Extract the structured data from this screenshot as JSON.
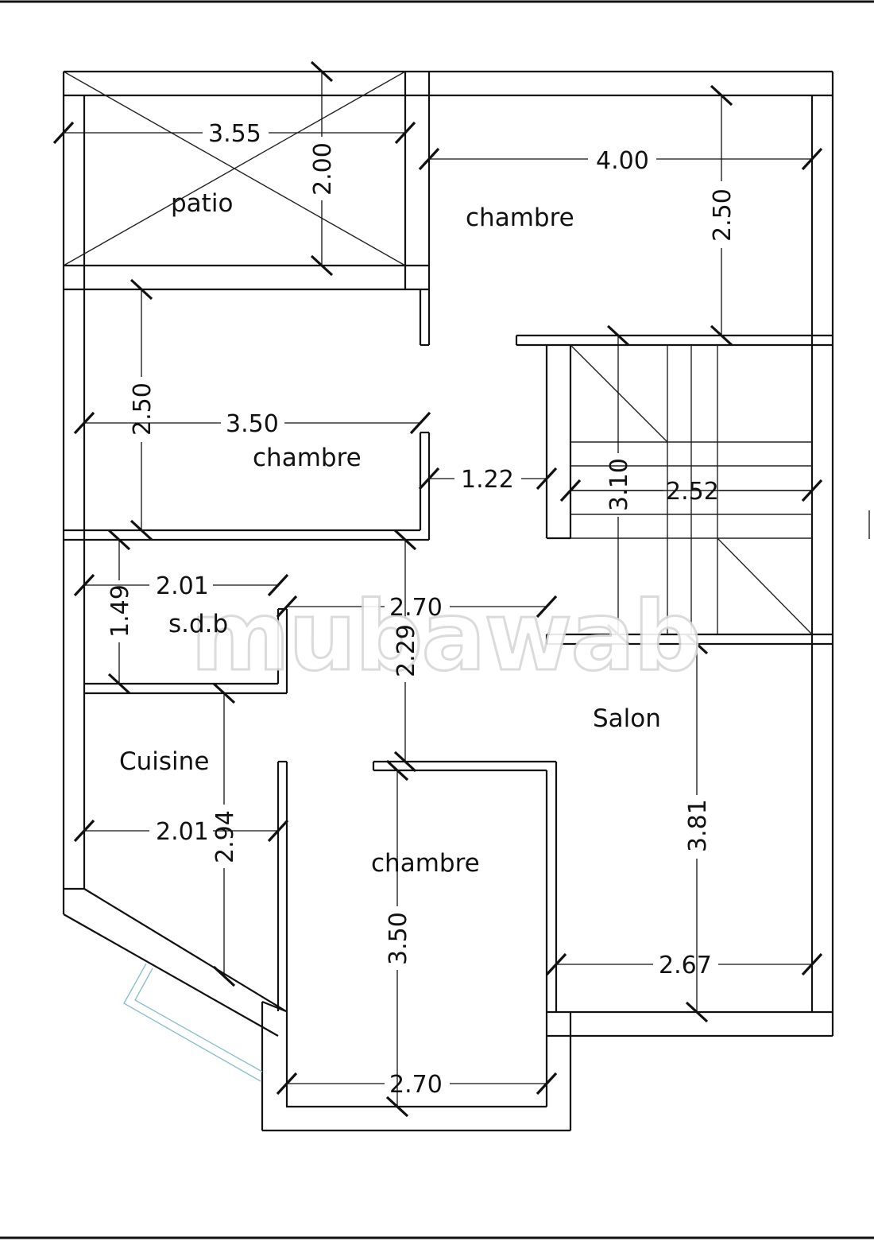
{
  "rooms": {
    "patio": "patio",
    "chambre_top": "chambre",
    "chambre_mid": "chambre",
    "sdb": "s.d.b",
    "cuisine": "Cuisine",
    "salon": "Salon",
    "chambre_bottom": "chambre"
  },
  "dimensions": {
    "patio_width": "3.55",
    "patio_depth": "2.00",
    "chambre_top_width": "4.00",
    "chambre_top_depth": "2.50",
    "chambre_mid_depth": "2.50",
    "chambre_mid_width": "3.50",
    "corridor_width": "1.22",
    "stair_depth": "3.10",
    "stair_width": "2.52",
    "sdb_width": "2.01",
    "sdb_depth": "1.49",
    "hall_width": "2.70",
    "hall_depth": "2.29",
    "salon_depth": "3.81",
    "cuisine_width": "2.01",
    "cuisine_depth": "2.94",
    "chambre_bottom_depth": "3.50",
    "salon_width": "2.67",
    "chambre_bottom_width": "2.70"
  },
  "watermark": "mubawab"
}
